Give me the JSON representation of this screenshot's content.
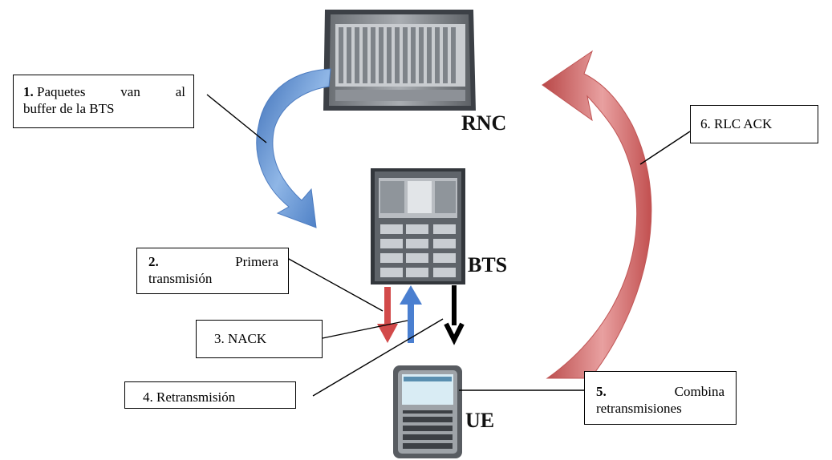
{
  "labels": {
    "rnc": "RNC",
    "bts": "BTS",
    "ue": "UE"
  },
  "steps": {
    "s1": {
      "num": "1.",
      "line1": [
        "Paquetes",
        "van",
        "al"
      ],
      "line2": "buffer de la BTS"
    },
    "s2": {
      "num": "2.",
      "word": "Primera",
      "line2": "transmisión"
    },
    "s3": {
      "text": "3. NACK"
    },
    "s4": {
      "text": "4. Retransmisión"
    },
    "s5": {
      "num": "5.",
      "word": "Combina",
      "line2": "retransmisiones"
    },
    "s6": {
      "text": "6. RLC ACK"
    }
  },
  "colors": {
    "blue_arrow": "#5b8fd0",
    "red_arrow": "#cd5b5b",
    "small_red": "#d24a4a",
    "small_blue": "#4a7fd0",
    "small_black": "#000000"
  }
}
